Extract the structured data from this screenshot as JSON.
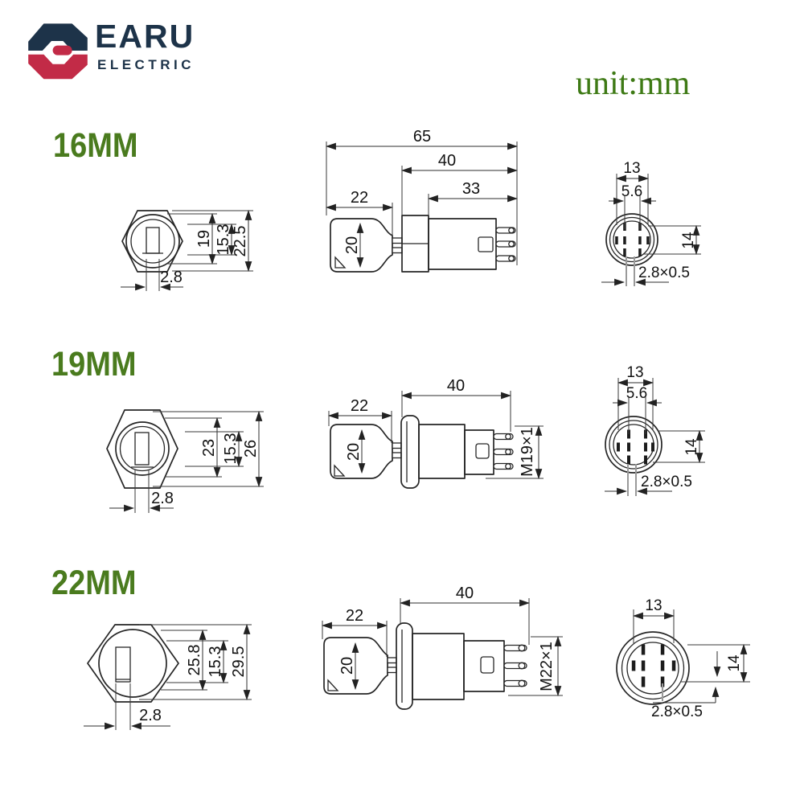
{
  "brand": {
    "name": "EARU",
    "subtitle": "ELECTRIC"
  },
  "unit_label": "unit:mm",
  "colors": {
    "accent_green": "#4a7b1e",
    "unit_green": "#3e7a15",
    "logo_navy": "#1d3349",
    "logo_red": "#c22b47",
    "line": "#262626"
  },
  "sections": [
    {
      "label": "16MM",
      "front": {
        "circle": "19",
        "inner": "15.3",
        "overall": "22.5",
        "slot": "2.8"
      },
      "side": {
        "total": "65",
        "body": "40",
        "rear": "33",
        "knob_w": "22",
        "knob_h": "20"
      },
      "back": {
        "pitch": "13",
        "inner_pitch": "5.6",
        "height": "14",
        "terminal": "2.8×0.5"
      }
    },
    {
      "label": "19MM",
      "front": {
        "circle": "23",
        "inner": "15.3",
        "overall": "26",
        "slot": "2.8"
      },
      "side": {
        "body": "40",
        "knob_w": "22",
        "knob_h": "20",
        "thread": "M19×1"
      },
      "back": {
        "pitch": "13",
        "inner_pitch": "5.6",
        "height": "14",
        "terminal": "2.8×0.5"
      }
    },
    {
      "label": "22MM",
      "front": {
        "circle": "25.8",
        "inner": "15.3",
        "overall": "29.5",
        "slot": "2.8"
      },
      "side": {
        "body": "40",
        "knob_w": "22",
        "knob_h": "20",
        "thread": "M22×1"
      },
      "back": {
        "pitch": "13",
        "height": "14",
        "terminal": "2.8×0.5"
      }
    }
  ]
}
